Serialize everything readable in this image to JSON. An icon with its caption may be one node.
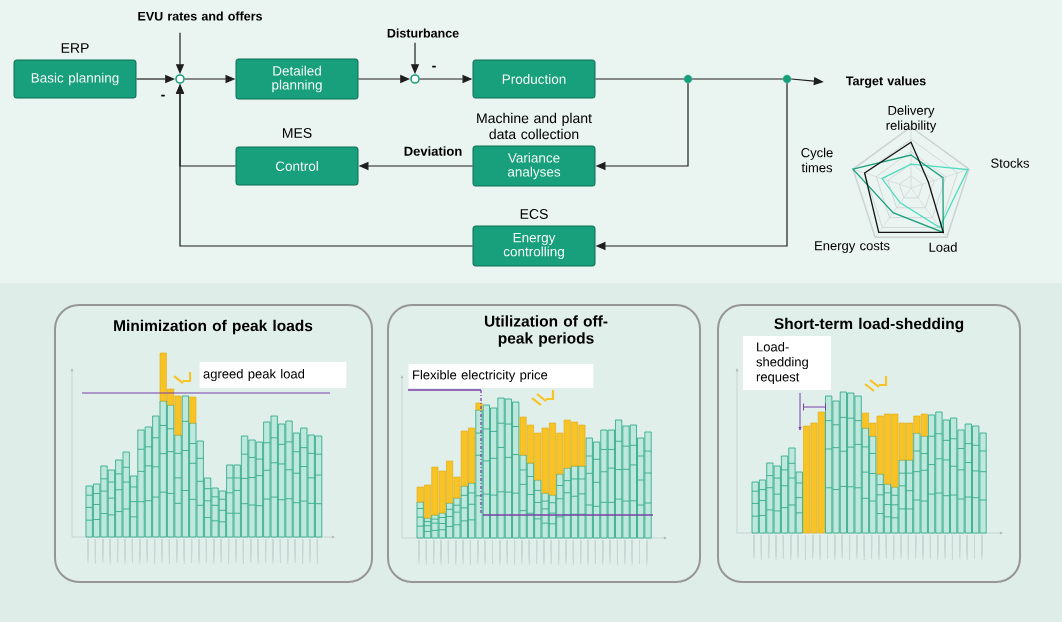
{
  "diagram": {
    "nodes": [
      {
        "text": [
          "Basic planning"
        ],
        "beside": [
          "ERP"
        ]
      },
      {
        "text": [
          "Detailed planning"
        ]
      },
      {
        "text": [
          "Production"
        ]
      },
      {
        "text": [
          "Variance analyses"
        ],
        "beside": [
          "Machine and plant data collection"
        ]
      },
      {
        "text": [
          "Control"
        ],
        "beside": [
          "MES"
        ]
      },
      {
        "text": [
          "Energy controlling"
        ],
        "beside": [
          "ECS"
        ]
      },
      {
        "text": [],
        "shape": "circle"
      },
      {
        "text": [],
        "shape": "circle"
      },
      {
        "text": [],
        "shape": "circle"
      },
      {
        "text": [],
        "shape": "circle"
      },
      {
        "text": [
          "EVU rates and offers"
        ]
      },
      {
        "text": [
          "Disturbance"
        ]
      },
      {
        "text": [
          "Target values"
        ]
      },
      {
        "text": [
          "Minimization of peak loads"
        ]
      },
      {
        "text": [
          "Utilization of off-peak periods"
        ]
      },
      {
        "text": [
          "Short-term load-shedding"
        ]
      },
      {
        "text": [
          "agreed peak load"
        ],
        "in": 13
      },
      {
        "text": [
          "Flexible electricity price"
        ],
        "in": 14
      },
      {
        "text": [
          "Load-shedding request"
        ],
        "in": 15
      }
    ],
    "edges": [
      {
        "from": 0,
        "to": 6,
        "arrow": "to"
      },
      {
        "from": 10,
        "to": 6,
        "arrow": "to"
      },
      {
        "from": 6,
        "to": 1,
        "arrow": "to"
      },
      {
        "from": 1,
        "to": 7,
        "arrow": "to"
      },
      {
        "from": 11,
        "to": 7,
        "arrow": "to"
      },
      {
        "from": 7,
        "to": 2,
        "arrow": "to"
      },
      {
        "from": 2,
        "to": 8,
        "arrow": "none"
      },
      {
        "from": 8,
        "to": 9,
        "arrow": "none"
      },
      {
        "from": 9,
        "to": 12,
        "arrow": "to"
      },
      {
        "from": 8,
        "to": 3,
        "arrow": "to"
      },
      {
        "from": 3,
        "to": 4,
        "arrow": "to",
        "label": "Deviation"
      },
      {
        "from": 4,
        "to": 6,
        "arrow": "to"
      },
      {
        "from": 9,
        "to": 5,
        "arrow": "to"
      },
      {
        "from": 5,
        "to": 6,
        "arrow": "to"
      }
    ],
    "labels": [
      "-",
      "-",
      "Delivery reliability",
      "Cycle times",
      "Stocks",
      "Energy costs",
      "Load"
    ]
  }
}
